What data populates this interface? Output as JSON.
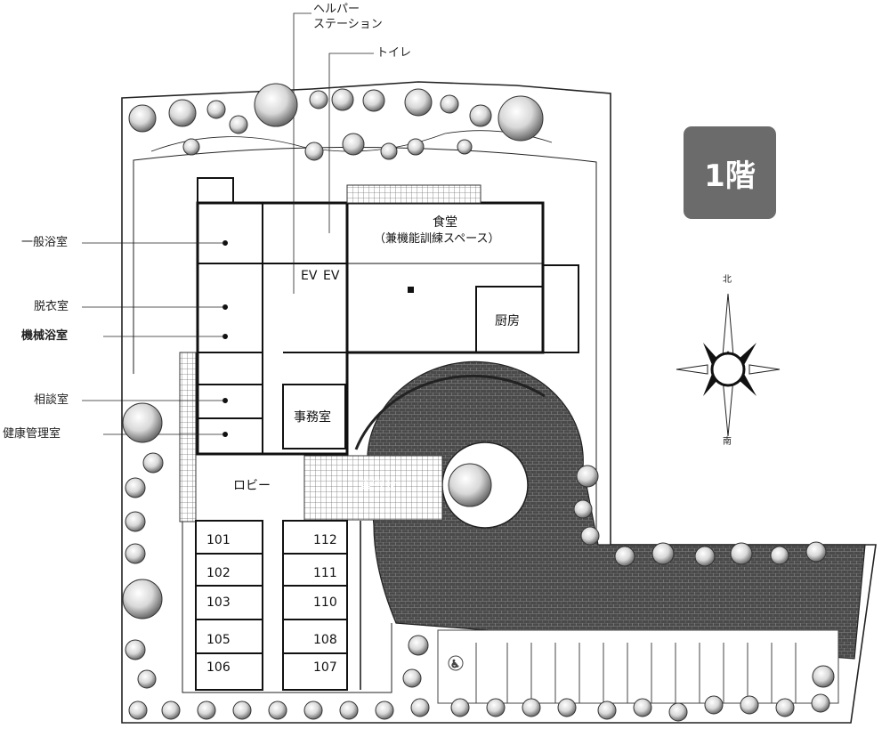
{
  "floor_badge": "1階",
  "callouts": {
    "helper_station": [
      "ヘルパー",
      "ステーション"
    ],
    "toilet": "トイレ",
    "general_bath": "一般浴室",
    "changing_room": "脱衣室",
    "machine_bath": "機械浴室",
    "consultation": "相談室",
    "health_room": "健康管理室"
  },
  "rooms": {
    "dining": [
      "食堂",
      "（兼機能訓練スペース）"
    ],
    "ev1": "EV",
    "ev2": "EV",
    "kitchen": "厨房",
    "office": "事務室",
    "lobby": "ロビー",
    "carport": "車寄せ"
  },
  "units": {
    "left": [
      "101",
      "102",
      "103",
      "105",
      "106"
    ],
    "right": [
      "112",
      "111",
      "110",
      "108",
      "107"
    ]
  },
  "compass": {
    "north": "北",
    "south": "南"
  },
  "colors": {
    "badge": "#6b6b6b",
    "hatch": "#5a5a5a",
    "line": "#222222"
  }
}
